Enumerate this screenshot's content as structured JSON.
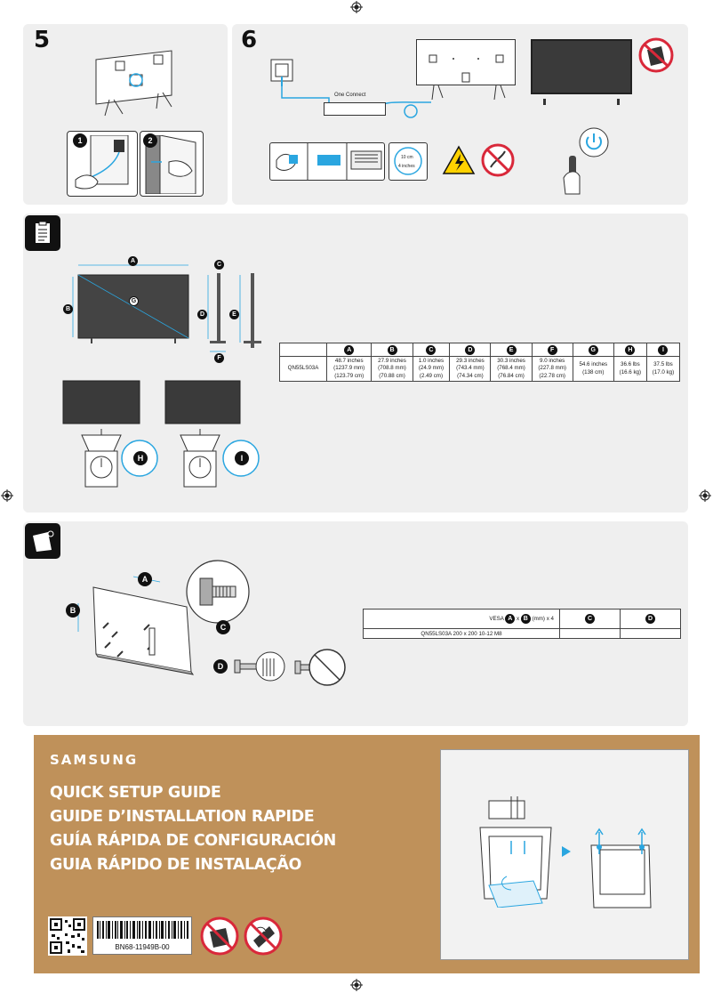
{
  "step5": {
    "number": "5",
    "sub1": "1",
    "sub2": "2"
  },
  "step6": {
    "number": "6",
    "one_connect_label": "One Connect",
    "cable_label_1": "10 cm",
    "cable_label_2": "4 inches"
  },
  "specs": {
    "headers": [
      "A",
      "B",
      "C",
      "D",
      "E",
      "F",
      "G",
      "H",
      "I"
    ],
    "model": "QN55LS03A",
    "cells": [
      [
        "48.7 inches",
        "(1237.9 mm)",
        "(123.79 cm)"
      ],
      [
        "27.9 inches",
        "(708.8 mm)",
        "(70.88 cm)"
      ],
      [
        "1.0 inches",
        "(24.9 mm)",
        "(2.49 cm)"
      ],
      [
        "29.3 inches",
        "(743.4 mm)",
        "(74.34 cm)"
      ],
      [
        "30.3 inches",
        "(768.4 mm)",
        "(76.84 cm)"
      ],
      [
        "9.0 inches",
        "(227.8 mm)",
        "(22.78 cm)"
      ],
      [
        "54.6 inches",
        "(138 cm)",
        ""
      ],
      [
        "36.6 lbs",
        "(16.6 kg)",
        ""
      ],
      [
        "37.5 lbs",
        "(17.0 kg)",
        ""
      ]
    ],
    "diagram_labels": {
      "a": "A",
      "b": "B",
      "c": "C",
      "d": "D",
      "e": "E",
      "f": "F",
      "g": "G",
      "h": "H",
      "i": "I"
    }
  },
  "vesa": {
    "header_prefix": "VESA",
    "header_a": "A",
    "header_x": "x",
    "header_b": "B",
    "header_suffix": "(mm)",
    "header_x4": "x 4",
    "col_c": "C",
    "col_d": "D",
    "row": "QN55LS03A 200 x 200 10-12 M8",
    "diagram_labels": {
      "a": "A",
      "b": "B",
      "c": "C",
      "d": "D"
    }
  },
  "cover": {
    "brand": "SAMSUNG",
    "titles": [
      "QUICK SETUP GUIDE",
      "GUIDE D’INSTALLATION RAPIDE",
      "GUÍA RÁPIDA DE CONFIGURACIÓN",
      "GUIA RÁPIDO DE INSTALAÇÃO"
    ],
    "code": "BN68-11949B-00",
    "background_color": "#bf915a",
    "warning_color": "#d9283a",
    "accent_color": "#2aa6e0"
  }
}
